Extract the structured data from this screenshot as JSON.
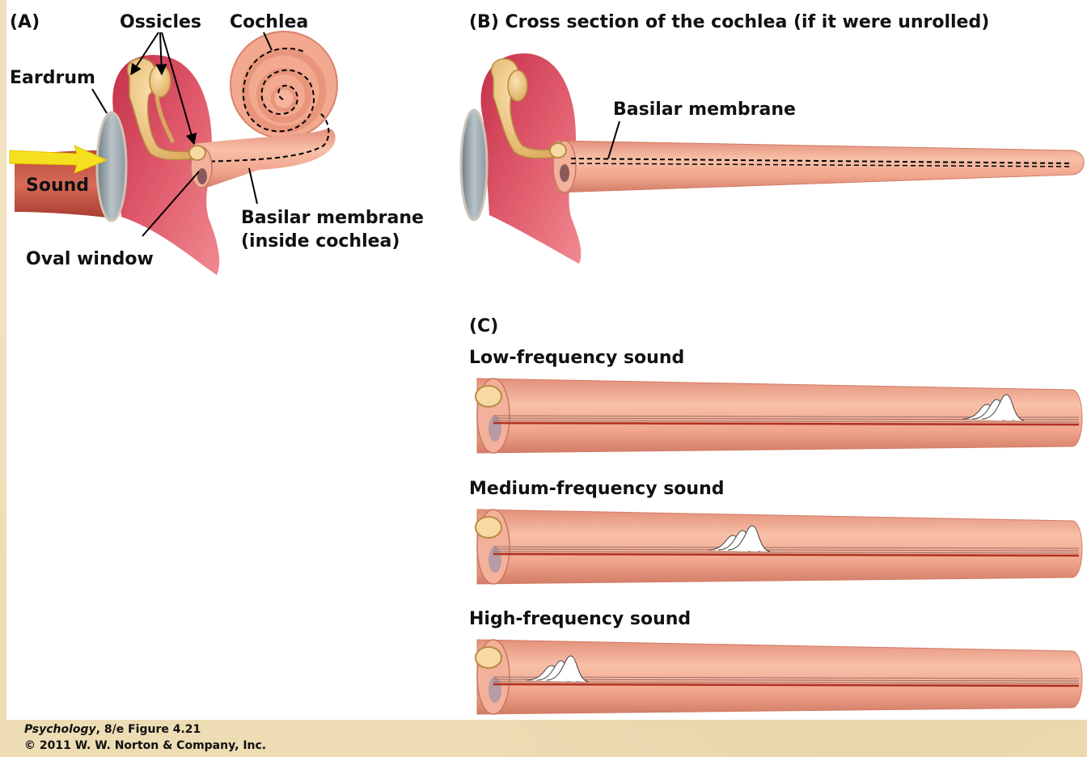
{
  "panel_a": {
    "tag": "(A)",
    "ossicles": "Ossicles",
    "cochlea": "Cochlea",
    "eardrum": "Eardrum",
    "sound": "Sound",
    "oval_window": "Oval window",
    "basilar_line1": "Basilar membrane",
    "basilar_line2": "(inside cochlea)"
  },
  "panel_b": {
    "title": "(B)  Cross section of the cochlea (if it were unrolled)",
    "basilar": "Basilar membrane"
  },
  "panel_c": {
    "tag": "(C)",
    "rows": [
      {
        "label": "Low-frequency sound",
        "peak_position": 0.88
      },
      {
        "label": "Medium-frequency sound",
        "peak_position": 0.46
      },
      {
        "label": "High-frequency sound",
        "peak_position": 0.16
      }
    ]
  },
  "credit": {
    "book": "Psychology",
    "edition": ", 8/e  Figure 4.21",
    "copyright": "© 2011 W. W. Norton & Company, Inc."
  },
  "colors": {
    "tube": "#f2a98f",
    "tube_dark": "#d9826a",
    "ear_red": "#d8465a",
    "bone": "#f2cc8a",
    "arrow": "#f5e020",
    "eardrum": "#9aa6ad"
  }
}
